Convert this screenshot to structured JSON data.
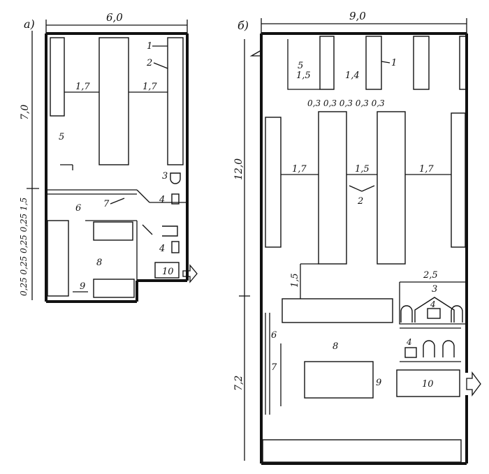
{
  "panel_a": {
    "letter": "а)",
    "dims": {
      "top_width": "6,0",
      "left_upper": "7,0",
      "left_lower": "0,25 0,25 0,25 0,25 1,5",
      "spacing_left": "1,7",
      "spacing_right": "1,7"
    },
    "labels": {
      "n1": "1",
      "n2": "2",
      "n3": "3",
      "n4a": "4",
      "n4b": "4",
      "n5": "5",
      "n6": "6",
      "n7": "7",
      "n8": "8",
      "n9": "9",
      "n10": "10"
    }
  },
  "panel_b": {
    "letter": "б)",
    "dims": {
      "top_width": "9,0",
      "left_upper": "12,0",
      "left_lower": "7,2",
      "top_row_a": "1,5",
      "top_row_b": "1,4",
      "rack_widths": "0,3 0,3 0,3 0,3 0,3",
      "aisle_1": "1,7",
      "aisle_2": "1,5",
      "aisle_3": "1,7",
      "passage": "1,5",
      "room_width": "2,5"
    },
    "labels": {
      "n1": "1",
      "n2": "2",
      "n3": "3",
      "n4a": "4",
      "n4b": "4",
      "n5": "5",
      "n6": "6",
      "n7": "7",
      "n8": "8",
      "n9": "9",
      "n10": "10"
    }
  }
}
